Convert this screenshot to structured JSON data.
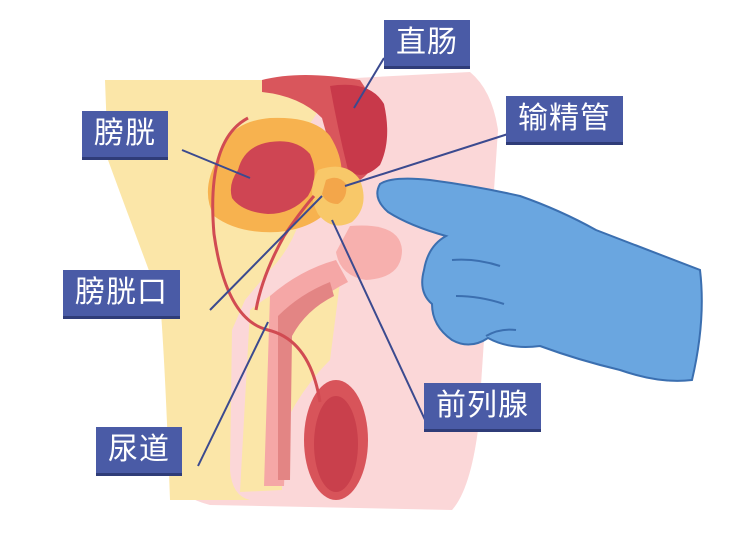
{
  "labels": {
    "rectum": "直肠",
    "vas_deferens": "输精管",
    "bladder": "膀胱",
    "bladder_neck": "膀胱口",
    "prostate": "前列腺",
    "urethra": "尿道"
  },
  "colors": {
    "label_bg": "#4a5ba6",
    "label_text": "#ffffff",
    "skin_pink": "#fbd7d8",
    "tissue_yellow": "#fbe6a8",
    "bladder_orange": "#f7b24f",
    "organ_red": "#d14b52",
    "glove_blue": "#6aa6e0",
    "leader_line": "#3b4a8f"
  }
}
